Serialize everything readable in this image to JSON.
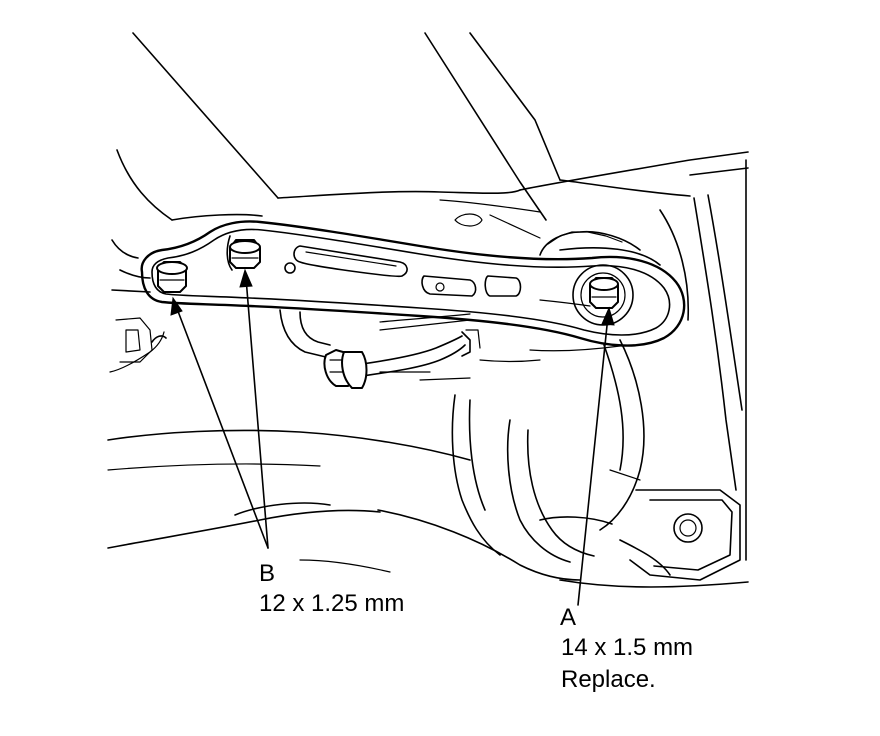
{
  "callouts": {
    "b": {
      "letter": "B",
      "spec": "12 x 1.25 mm"
    },
    "a": {
      "letter": "A",
      "spec": "14 x 1.5 mm",
      "note": "Replace."
    }
  },
  "colors": {
    "ink": "#000000",
    "paper": "#ffffff"
  }
}
